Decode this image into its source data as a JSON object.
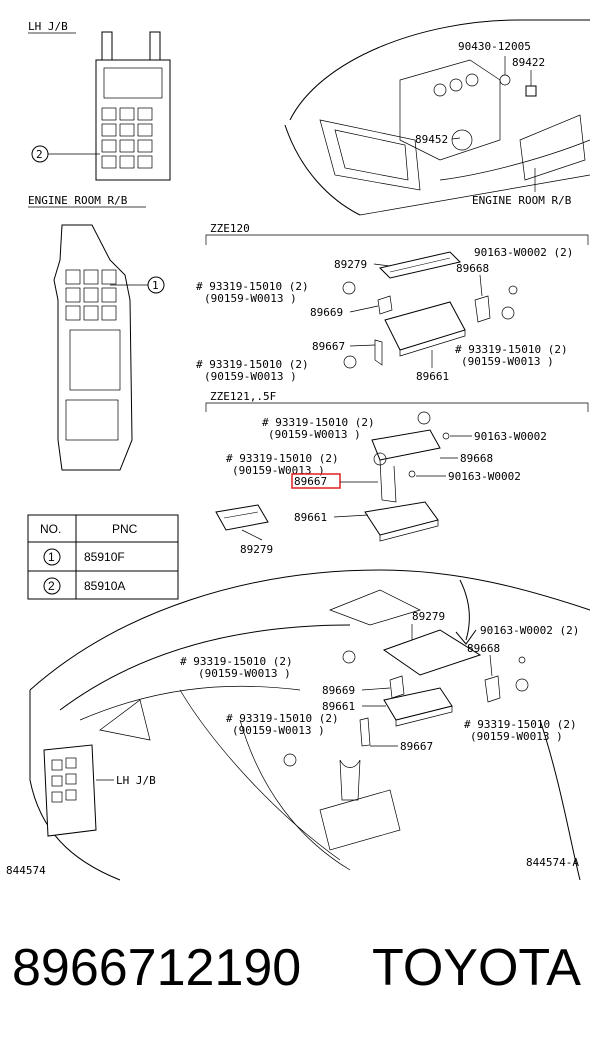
{
  "labels": {
    "lh_jb_top": "LH J/B",
    "engine_room_rb_left": "ENGINE ROOM R/B",
    "engine_room_rb_right": "ENGINE ROOM R/B",
    "zze120": "ZZE120",
    "zze121": "ZZE121,.5F",
    "lh_jb_bottom": "LH J/B",
    "fig_left": "844574",
    "fig_right": "844574-A",
    "callout_1": "1",
    "callout_2": "2"
  },
  "engine": {
    "p90430": "90430-12005",
    "p89422": "89422",
    "p89452": "89452"
  },
  "zze120_parts": {
    "p89279": "89279",
    "p90163": "90163-W0002 (2)",
    "p89668": "89668",
    "p93319a": "# 93319-15010 (2)",
    "p90159a": "(90159-W0013 )",
    "p89669": "89669",
    "p89667": "89667",
    "p93319b": "# 93319-15010 (2)",
    "p90159b": "(90159-W0013 )",
    "p89661": "89661"
  },
  "zze121_parts": {
    "p93319a": "# 93319-15010 (2)",
    "p90159a": "(90159-W0013 )",
    "p90163a": "90163-W0002",
    "p93319b": "# 93319-15010 (2)",
    "p90159b": "(90159-W0013 )",
    "p89668": "89668",
    "p89667": "89667",
    "p90163b": "90163-W0002",
    "p89661": "89661",
    "p89279": "89279"
  },
  "dash_parts": {
    "p89279": "89279",
    "p90163": "90163-W0002 (2)",
    "p89668": "89668",
    "p93319a": "# 93319-15010 (2)",
    "p90159a": "(90159-W0013 )",
    "p89669": "89669",
    "p89661": "89661",
    "p93319b": "# 93319-15010 (2)",
    "p90159b": "(90159-W0013 )",
    "p89667": "89667",
    "p93319c": "# 93319-15010 (2)",
    "p90159c": "(90159-W0013 )"
  },
  "table": {
    "headers": [
      "NO.",
      "PNC"
    ],
    "rows": [
      {
        "no": "1",
        "pnc": "85910F"
      },
      {
        "no": "2",
        "pnc": "85910A"
      }
    ]
  },
  "highlight_color": "#e02020",
  "footer": {
    "part_number": "8966712190",
    "brand": "TOYOTA"
  }
}
